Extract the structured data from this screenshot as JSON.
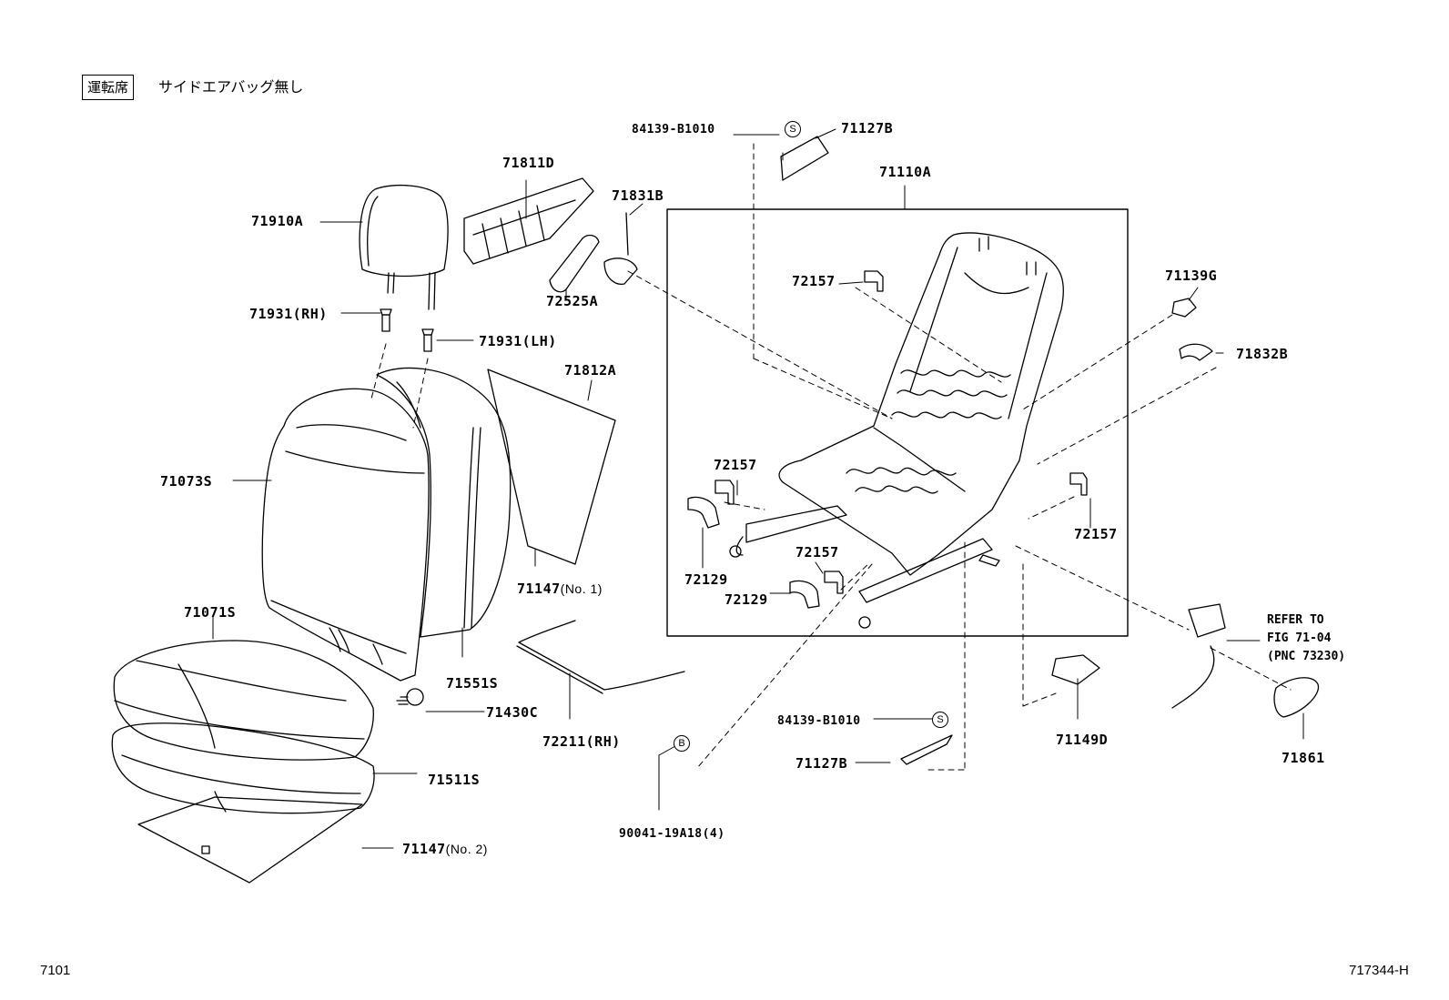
{
  "header": {
    "seat_position": "運転席",
    "condition": "サイドエアバッグ無し"
  },
  "parts": {
    "p84139_top": "84139-B1010",
    "p71127B_top": "71127B",
    "p71811D": "71811D",
    "p71110A": "71110A",
    "p71910A": "71910A",
    "p71831B": "71831B",
    "p72525A": "72525A",
    "p72157_a": "72157",
    "p71139G": "71139G",
    "p71931RH": "71931(RH)",
    "p71931LH": "71931(LH)",
    "p71812A": "71812A",
    "p71832B": "71832B",
    "p71073S": "71073S",
    "p72157_b": "72157",
    "p72157_c": "72157",
    "p72157_d": "72157",
    "p72129_a": "72129",
    "p72129_b": "72129",
    "p71147_1": "71147",
    "p71147_1_sub": "(No. 1)",
    "p71071S": "71071S",
    "p71551S": "71551S",
    "p71430C": "71430C",
    "p72211": "72211(RH)",
    "p84139_bot": "84139-B1010",
    "p71149D": "71149D",
    "p71861": "71861",
    "p71127B_bot": "71127B",
    "p71511S": "71511S",
    "p90041": "90041-19A18(4)",
    "p71147_2": "71147",
    "p71147_2_sub": "(No. 2)"
  },
  "refer": {
    "line1": "REFER TO",
    "line2": "FIG 71-04",
    "line3": "(PNC 73230)"
  },
  "markers": {
    "s_top": "S",
    "s_bot": "S",
    "b": "B"
  },
  "footer": {
    "left": "7101",
    "right": "717344-H"
  }
}
